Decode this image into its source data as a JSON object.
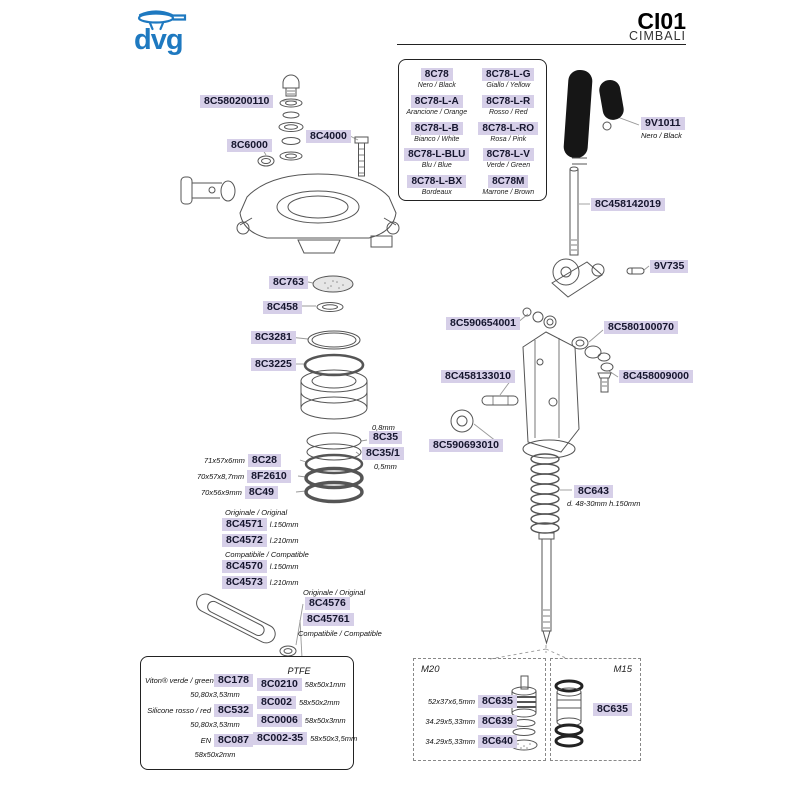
{
  "header": {
    "brand": "dvg",
    "model_code": "CI01",
    "brand_name": "CIMBALI"
  },
  "color_table": {
    "cells": [
      {
        "code": "8C78",
        "desc": "Nero / Black"
      },
      {
        "code": "8C78-L-G",
        "desc": "Giallo / Yellow"
      },
      {
        "code": "8C78-L-A",
        "desc": "Arancione / Orange"
      },
      {
        "code": "8C78-L-R",
        "desc": "Rosso / Red"
      },
      {
        "code": "8C78-L-B",
        "desc": "Bianco / White"
      },
      {
        "code": "8C78-L-RO",
        "desc": "Rosa / Pink"
      },
      {
        "code": "8C78-L-BLU",
        "desc": "Blu / Blue"
      },
      {
        "code": "8C78-L-V",
        "desc": "Verde / Green"
      },
      {
        "code": "8C78-L-BX",
        "desc": "Bordeaux"
      },
      {
        "code": "8C78M",
        "desc": "Marrone / Brown"
      }
    ]
  },
  "labels": {
    "l8C580200110": "8C580200110",
    "l8C6000": "8C6000",
    "l8C4000": "8C4000",
    "l8C763": "8C763",
    "l8C458": "8C458",
    "l8C3281": "8C3281",
    "l8C3225": "8C3225",
    "dim08": "0,8mm",
    "l8C35": "8C35",
    "l8C35_1": "8C35/1",
    "dim05": "0,5mm",
    "dim8C28": "71x57x6mm",
    "l8C28": "8C28",
    "dim8F2610": "70x57x8,7mm",
    "l8F2610": "8F2610",
    "dim8C49": "70x56x9mm",
    "l8C49": "8C49",
    "original": "Originale / Original",
    "compatible": "Compatibile / Compatible",
    "l8C4571": "8C4571",
    "len150": "l.150mm",
    "l8C4572": "8C4572",
    "len210": "l.210mm",
    "l8C4570": "8C4570",
    "l8C4573": "8C4573",
    "l8C4576": "8C4576",
    "l8C45761": "8C45761",
    "l9V1011": "9V1011",
    "black": "Nero / Black",
    "l8C458142019": "8C458142019",
    "l9V735": "9V735",
    "l8C590654001": "8C590654001",
    "l8C580100070": "8C580100070",
    "l8C458133010": "8C458133010",
    "l8C458009000": "8C458009000",
    "l8C590693010": "8C590693010",
    "l8C643": "8C643",
    "dim8C643": "d. 48-30mm h.150mm"
  },
  "gasket_table": {
    "rows": [
      {
        "material": "Viton® verde / green",
        "code": "8C178",
        "dim": "50,80x3,53mm"
      },
      {
        "material": "Silicone rosso / red",
        "code": "8C532",
        "dim": "50,80x3,53mm"
      },
      {
        "material": "EN",
        "code": "8C087",
        "dim": "58x50x2mm"
      }
    ],
    "ptfe_header": "PTFE",
    "ptfe_rows": [
      {
        "code": "8C0210",
        "dim": "58x50x1mm"
      },
      {
        "code": "8C002",
        "dim": "58x50x2mm"
      },
      {
        "code": "8C0006",
        "dim": "58x50x3mm"
      },
      {
        "code": "8C002-35",
        "dim": "58x50x3,5mm"
      }
    ]
  },
  "m20_box": {
    "title": "M20",
    "rows": [
      {
        "dim": "52x37x6,5mm",
        "code": "8C635"
      },
      {
        "dim": "34.29x5,33mm",
        "code": "8C639"
      },
      {
        "dim": "34.29x5,33mm",
        "code": "8C640"
      }
    ]
  },
  "m15_box": {
    "title": "M15",
    "code": "8C635"
  }
}
